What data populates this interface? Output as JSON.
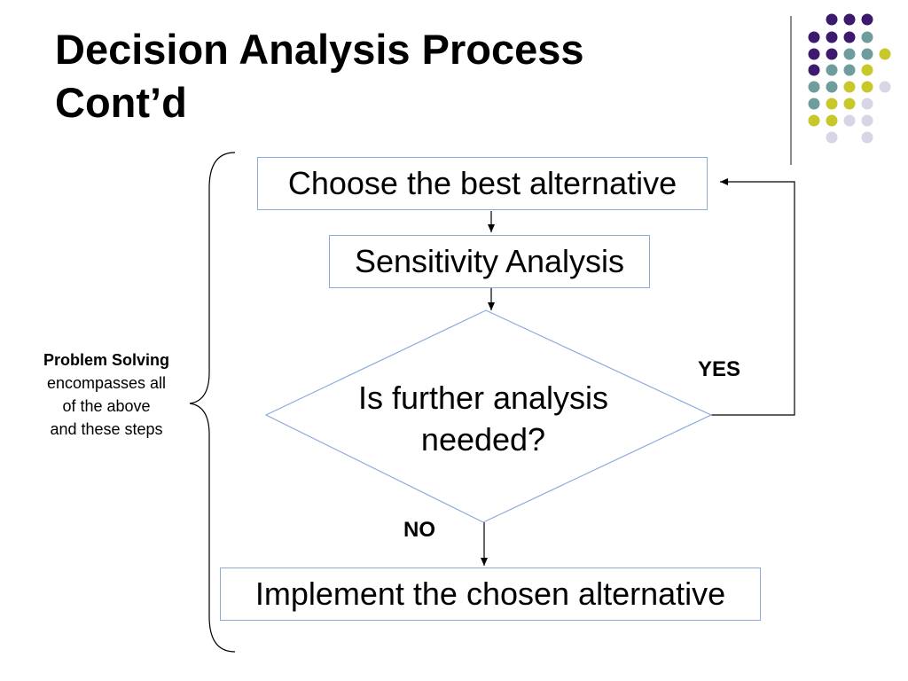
{
  "slide": {
    "title_line1": "Decision Analysis Process",
    "title_line2": "Cont’d"
  },
  "flowchart": {
    "step_choose": "Choose the best alternative",
    "step_sensitivity": "Sensitivity Analysis",
    "decision_line1": "Is further analysis",
    "decision_line2": "needed?",
    "yes_label": "YES",
    "no_label": "NO",
    "step_implement": "Implement the chosen alternative"
  },
  "side_note": {
    "bold": "Problem Solving",
    "line1": "encompasses all",
    "line2": "of the above",
    "line3": "and these steps"
  },
  "colors": {
    "box_border": "#8eaadb",
    "dot_purple": "#3d1a6e",
    "dot_teal": "#6f9c9c",
    "dot_yellow": "#c9c82a",
    "dot_lavender": "#d6d6e6"
  }
}
